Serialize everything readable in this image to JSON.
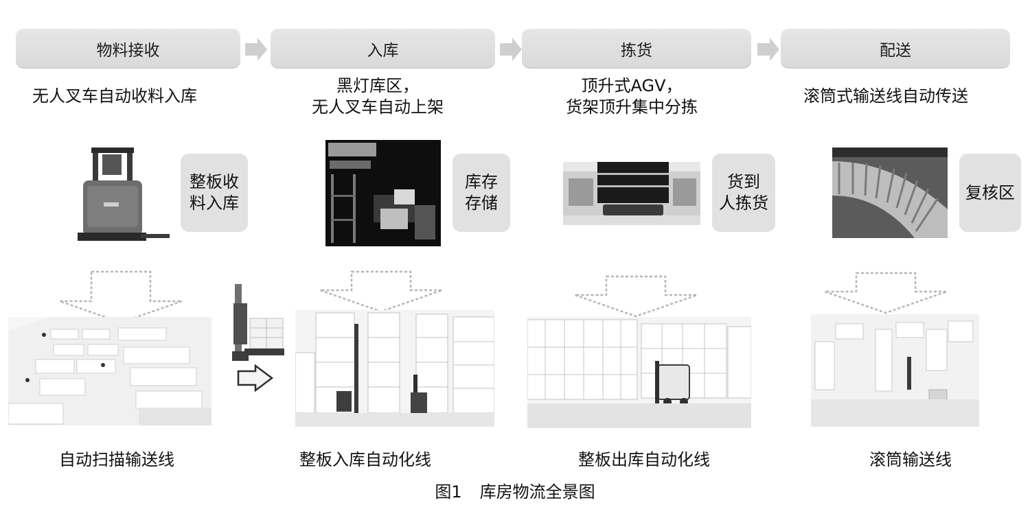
{
  "stages": [
    {
      "label": "物料接收"
    },
    {
      "label": "入库"
    },
    {
      "label": "拣货"
    },
    {
      "label": "配送"
    }
  ],
  "descriptions": [
    {
      "line1": "无人叉车自动收料入库",
      "line2": ""
    },
    {
      "line1": "黑灯库区，",
      "line2": "无人叉车自动上架"
    },
    {
      "line1": "顶升式AGV，",
      "line2": "货架顶升集中分拣"
    },
    {
      "line1": "滚筒式输送线自动传送",
      "line2": ""
    }
  ],
  "tags": [
    {
      "line1": "整板收",
      "line2": "料入库"
    },
    {
      "line1": "库存",
      "line2": "存储"
    },
    {
      "line1": "货到",
      "line2": "人拣货"
    },
    {
      "line1": "复核区",
      "line2": ""
    }
  ],
  "bottom_labels": [
    "自动扫描输送线",
    "整板入库自动化线",
    "整板出库自动化线",
    "滚筒输送线"
  ],
  "caption": {
    "figure": "图1",
    "title": "库房物流全景图"
  },
  "colors": {
    "stage_bg": "#dcdcdc",
    "tag_bg": "#e1e1e1",
    "arrow_gray": "#c8c8c8",
    "text": "#111111"
  },
  "icons": [
    "chevron-right-icon",
    "dotted-down-arrow-icon",
    "right-arrow-icon"
  ]
}
